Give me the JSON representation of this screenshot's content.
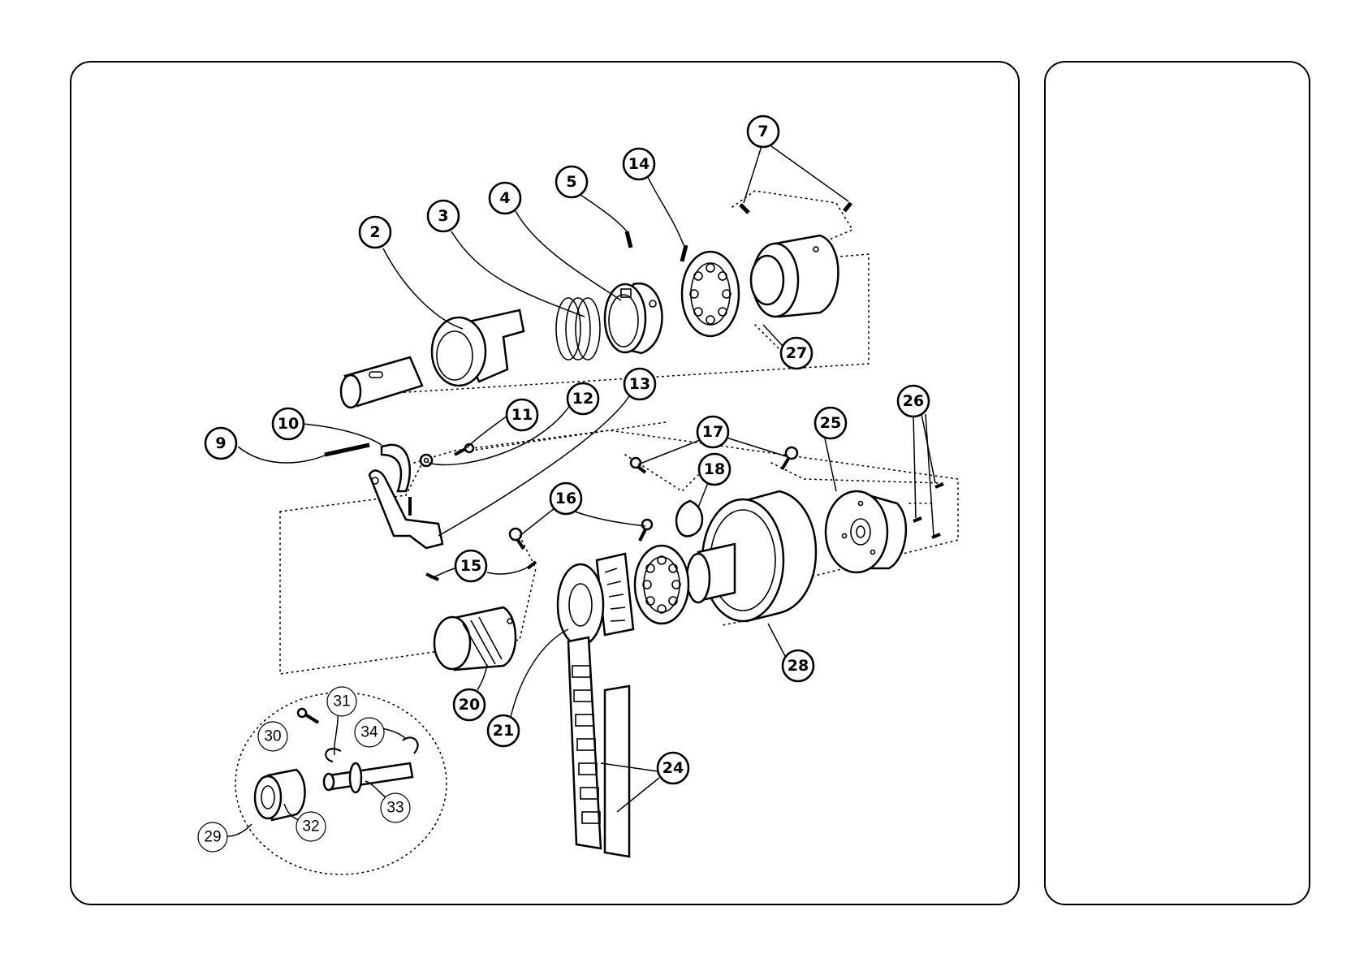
{
  "diagram": {
    "callouts": [
      {
        "id": "c2",
        "label": "2"
      },
      {
        "id": "c3",
        "label": "3"
      },
      {
        "id": "c4",
        "label": "4"
      },
      {
        "id": "c5",
        "label": "5"
      },
      {
        "id": "c14",
        "label": "14"
      },
      {
        "id": "c7",
        "label": "7"
      },
      {
        "id": "c27",
        "label": "27"
      },
      {
        "id": "c10",
        "label": "10"
      },
      {
        "id": "c9",
        "label": "9"
      },
      {
        "id": "c11",
        "label": "11"
      },
      {
        "id": "c12",
        "label": "12"
      },
      {
        "id": "c13",
        "label": "13"
      },
      {
        "id": "c17",
        "label": "17"
      },
      {
        "id": "c25",
        "label": "25"
      },
      {
        "id": "c26",
        "label": "26"
      },
      {
        "id": "c18",
        "label": "18"
      },
      {
        "id": "c16",
        "label": "16"
      },
      {
        "id": "c15",
        "label": "15"
      },
      {
        "id": "c28",
        "label": "28"
      },
      {
        "id": "c20",
        "label": "20"
      },
      {
        "id": "c21",
        "label": "21"
      },
      {
        "id": "c24",
        "label": "24"
      },
      {
        "id": "c31",
        "label": "31"
      },
      {
        "id": "c30",
        "label": "30"
      },
      {
        "id": "c34",
        "label": "34"
      },
      {
        "id": "c33",
        "label": "33"
      },
      {
        "id": "c32",
        "label": "32"
      },
      {
        "id": "c29",
        "label": "29"
      }
    ]
  }
}
